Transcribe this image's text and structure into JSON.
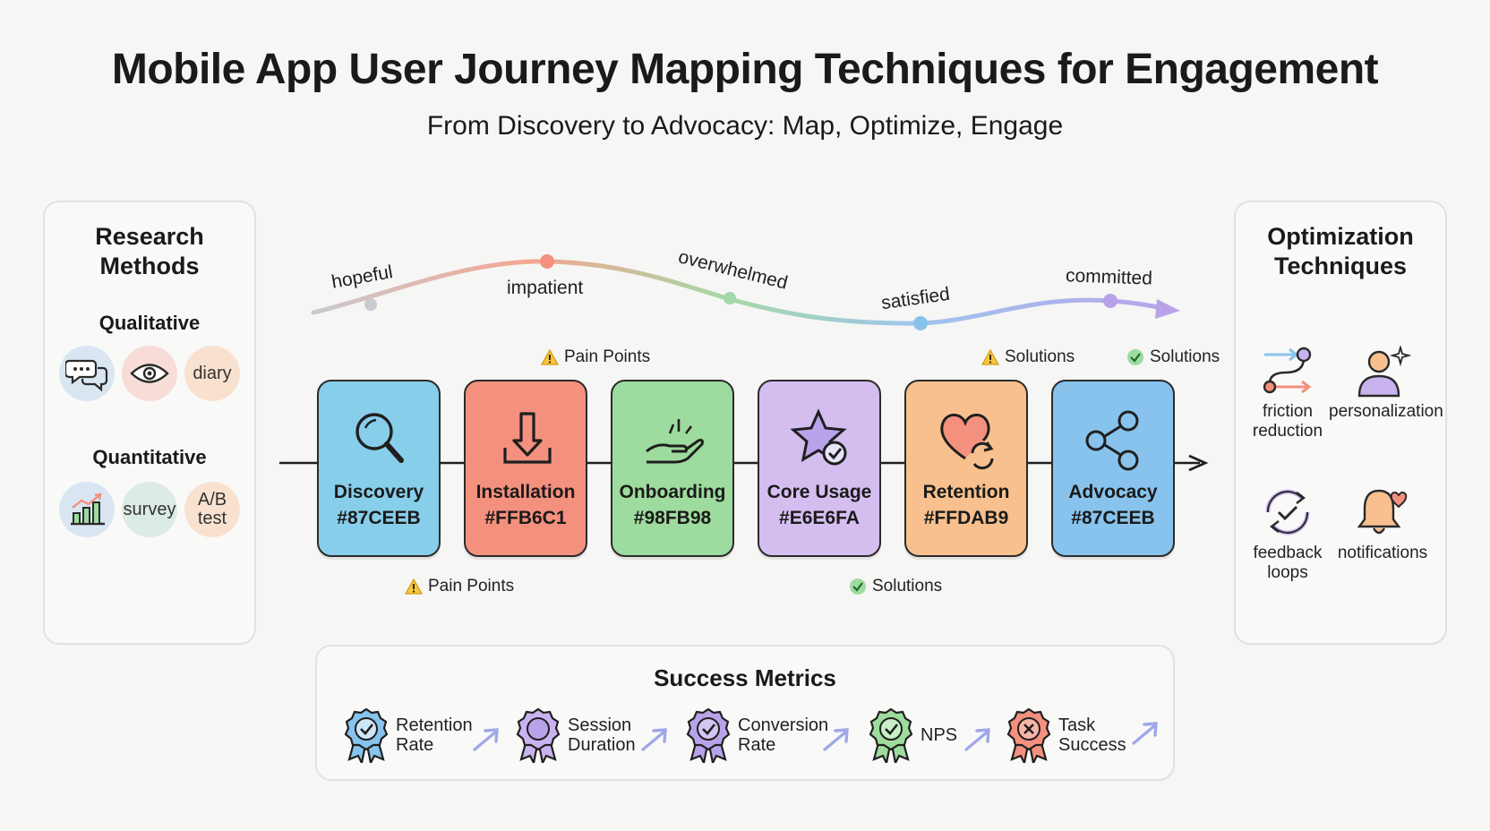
{
  "header": {
    "title": "Mobile App User Journey Mapping Techniques for Engagement",
    "subtitle": "From Discovery to Advocacy: Map, Optimize, Engage"
  },
  "research": {
    "title_line1": "Research",
    "title_line2": "Methods",
    "qualitative": {
      "title": "Qualitative",
      "items": [
        {
          "label": "",
          "icon": "chat-bubbles-icon",
          "color": "#d9e6f2"
        },
        {
          "label": "",
          "icon": "eye-icon",
          "color": "#f7dcd8"
        },
        {
          "label": "diary",
          "color": "#f8e2cf"
        }
      ]
    },
    "quantitative": {
      "title": "Quantitative",
      "items": [
        {
          "label": "",
          "icon": "bar-chart-icon",
          "color": "#d9e6f2"
        },
        {
          "label": "survey",
          "color": "#dcebe3"
        },
        {
          "label_line1": "A/B",
          "label_line2": "test",
          "color": "#f8e2cf"
        }
      ]
    }
  },
  "optimization": {
    "title_line1": "Optimization",
    "title_line2": "Techniques",
    "items": [
      {
        "line1": "friction",
        "line2": "reduction",
        "icon": "path-arrows-icon"
      },
      {
        "line1": "personalization",
        "line2": "",
        "icon": "person-sparkle-icon"
      },
      {
        "line1": "feedback",
        "line2": "loops",
        "icon": "refresh-check-icon"
      },
      {
        "line1": "notifications",
        "line2": "",
        "icon": "bell-heart-icon"
      }
    ]
  },
  "stages": [
    {
      "name": "Discovery",
      "hex": "#87CEEB",
      "color": "#87CEEB",
      "icon": "magnifier-icon"
    },
    {
      "name": "Installation",
      "hex": "#FFB6C1",
      "color": "#F4907E",
      "icon": "download-icon"
    },
    {
      "name": "Onboarding",
      "hex": "#98FB98",
      "color": "#9EDB9E",
      "icon": "hand-sparkle-icon"
    },
    {
      "name": "Core Usage",
      "hex": "#E6E6FA",
      "color": "#D4BEF0",
      "icon": "star-check-icon"
    },
    {
      "name": "Retention",
      "hex": "#FFDAB9",
      "color": "#F7C08E",
      "icon": "heart-refresh-icon"
    },
    {
      "name": "Advocacy",
      "hex": "#87CEEB",
      "color": "#87C3EC",
      "icon": "share-icon"
    }
  ],
  "emotions": [
    "hopeful",
    "impatient",
    "overwhelmed",
    "satisfied",
    "committed"
  ],
  "notes": {
    "top_pain": "Pain Points",
    "top_solutions_warn": "Solutions",
    "top_solutions_check": "Solutions",
    "bottom_pain": "Pain Points",
    "bottom_solutions": "Solutions"
  },
  "metrics": {
    "title": "Success Metrics",
    "items": [
      {
        "line1": "Retention",
        "line2": "Rate",
        "color": "#87C3EC",
        "icon": "badge-check-icon"
      },
      {
        "line1": "Session",
        "line2": "Duration",
        "color": "#C9B3EE",
        "icon": "badge-circle-icon"
      },
      {
        "line1": "Conversion",
        "line2": "Rate",
        "color": "#B8A3EA",
        "icon": "badge-check-icon"
      },
      {
        "line1": "NPS",
        "line2": "",
        "color": "#9EDB9E",
        "icon": "badge-check-icon"
      },
      {
        "line1": "Task",
        "line2": "Success",
        "color": "#F4907E",
        "icon": "badge-x-icon"
      }
    ],
    "trend_color": "#9FA8E8"
  }
}
